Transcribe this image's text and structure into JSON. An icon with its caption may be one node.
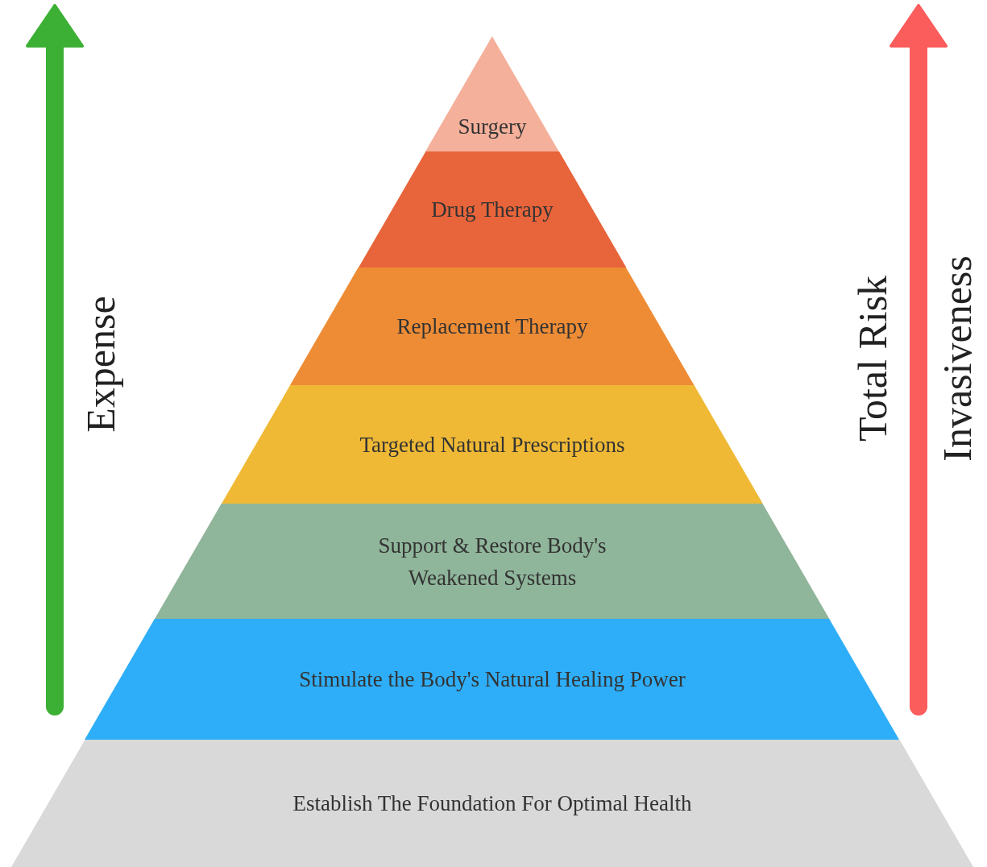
{
  "diagram": {
    "nodes": [
      {
        "text": [
          "Surgery"
        ]
      },
      {
        "text": [
          "Drug Therapy"
        ]
      },
      {
        "text": [
          "Replacement Therapy"
        ]
      },
      {
        "text": [
          "Targeted Natural Prescriptions"
        ]
      },
      {
        "text": [
          "Support & Restore Body's Weakened Systems"
        ]
      },
      {
        "text": [
          "Stimulate the Body's Natural Healing Power"
        ]
      },
      {
        "text": [
          "Establish The Foundation For Optimal Health"
        ]
      }
    ],
    "labels": [
      "Expense",
      "Total Risk",
      "Invasiveness"
    ]
  }
}
